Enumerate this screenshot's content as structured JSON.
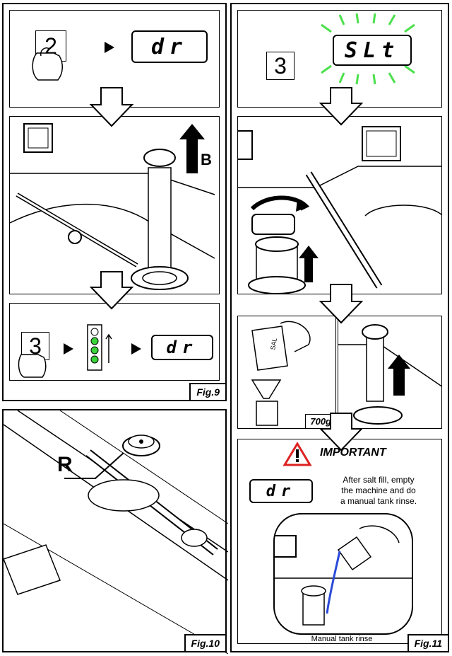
{
  "fig9": {
    "label": "Fig.9",
    "step1_key": "2",
    "step1_display": "dr",
    "arrow_label": "B",
    "step3_key": "3",
    "step3_display": "dr"
  },
  "fig10": {
    "label": "Fig.10",
    "callout": "R"
  },
  "fig11": {
    "label": "Fig.11",
    "key": "3",
    "display_blink": "SLt",
    "salt_box": "SAL",
    "salt_weight": "700g",
    "important_title": "IMPORTANT",
    "display_dr": "dr",
    "note_lines": [
      "After salt fill, empty",
      "the machine and do",
      "a manual tank rinse."
    ],
    "caption": "Manual tank rinse"
  }
}
